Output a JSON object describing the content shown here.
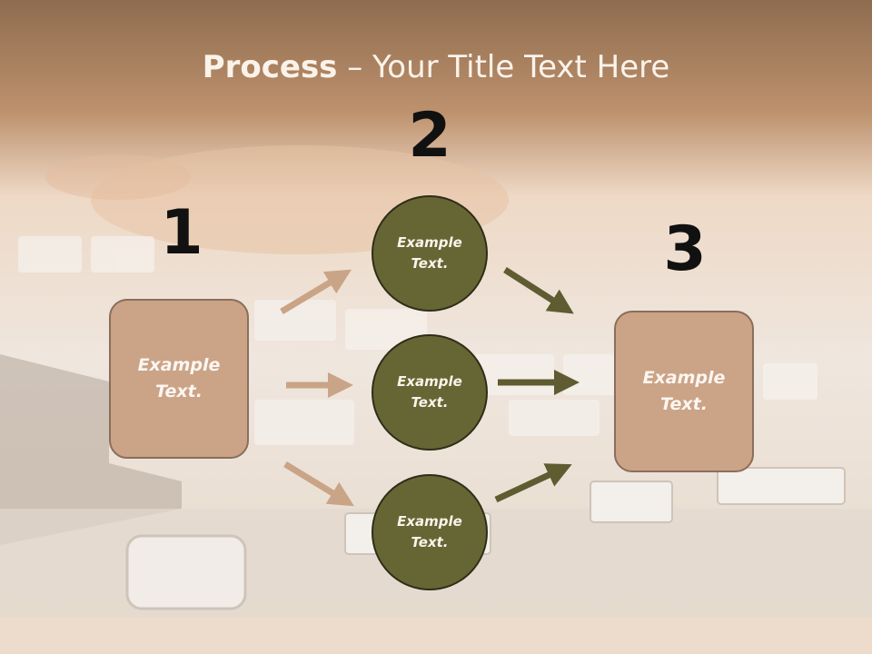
{
  "title": {
    "bold": "Process",
    "rest": " – Your Title Text Here"
  },
  "steps": {
    "n1": "1",
    "n2": "2",
    "n3": "3"
  },
  "left_box": {
    "text": "Example\nText."
  },
  "circles": [
    {
      "text": "Example\nText."
    },
    {
      "text": "Example\nText."
    },
    {
      "text": "Example\nText."
    }
  ],
  "right_box": {
    "text": "Example\nText."
  },
  "colors": {
    "tan": "#cba386",
    "olive": "#666534",
    "arrow_tan": "#c9a486",
    "arrow_olive": "#5e5c30"
  }
}
